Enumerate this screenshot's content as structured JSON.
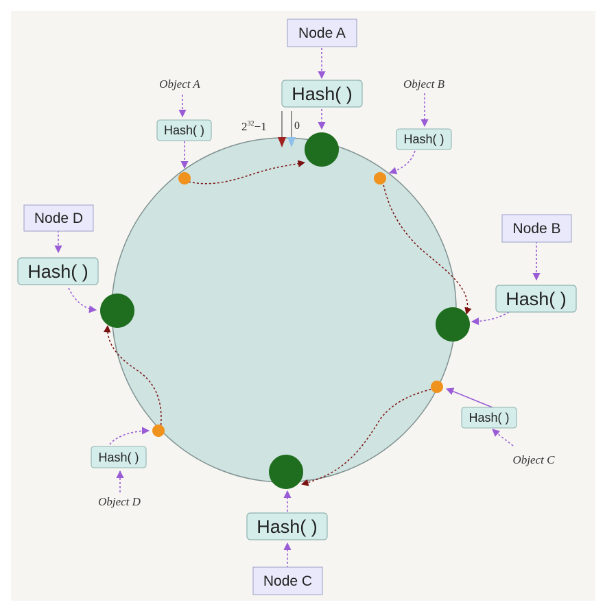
{
  "ring_label_max_base": "2",
  "ring_label_max_exp": "32",
  "ring_label_max_suffix": "−1",
  "ring_label_zero": "0",
  "hash_label": "Hash( )",
  "nodes": [
    {
      "id": "a",
      "label": "Node A"
    },
    {
      "id": "b",
      "label": "Node B"
    },
    {
      "id": "c",
      "label": "Node C"
    },
    {
      "id": "d",
      "label": "Node D"
    }
  ],
  "objects": [
    {
      "id": "a",
      "label": "Object A"
    },
    {
      "id": "b",
      "label": "Object B"
    },
    {
      "id": "c",
      "label": "Object C"
    },
    {
      "id": "d",
      "label": "Object D"
    }
  ],
  "colors": {
    "ring_fill": "#cfe3e1",
    "ring_stroke": "#7f9190",
    "node_fill": "#1f6e1f",
    "object_fill": "#f0921e",
    "node_label_box": "#e9e9fb",
    "hash_box": "#d4ecea",
    "arrow": "#9a5bd6",
    "path": "#7a1010"
  }
}
